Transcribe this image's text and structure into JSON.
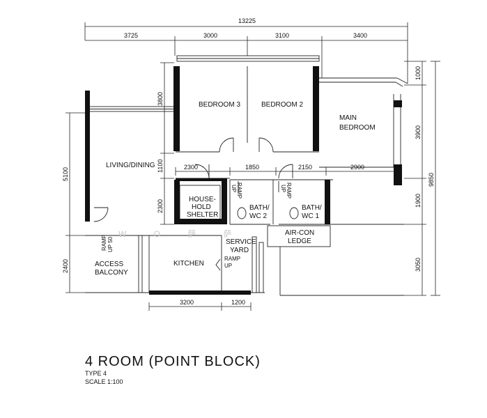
{
  "plan": {
    "overall_dimension": "13225",
    "top_dimensions": [
      "3725",
      "3000",
      "3100",
      "3400"
    ],
    "right_dimensions": [
      "1000",
      "3900",
      "1900",
      "3050"
    ],
    "right_overall": "9850",
    "left_dimensions": [
      "5100",
      "2400"
    ],
    "inner_left_dimensions": [
      "3800",
      "1100",
      "2300"
    ],
    "corridor_dimensions": [
      "2300",
      "1850",
      "2150",
      "2900"
    ],
    "bottom_dimensions": [
      "3200",
      "1200"
    ],
    "watermark": "W O   萨 萨",
    "rooms": {
      "bedroom3": "BEDROOM 3",
      "bedroom2": "BEDROOM 2",
      "main_bedroom": [
        "MAIN",
        "BEDROOM"
      ],
      "living_dining": "LIVING/DINING",
      "household_shelter": [
        "HOUSE-",
        "HOLD",
        "SHELTER"
      ],
      "bath2": [
        "BATH/",
        "WC 2"
      ],
      "bath1": [
        "BATH/",
        "WC 1"
      ],
      "aircon_ledge": [
        "AIR-CON",
        "LEDGE"
      ],
      "service_yard": [
        "SERVICE",
        "YARD"
      ],
      "kitchen": "KITCHEN",
      "access_balcony": [
        "ACCESS",
        "BALCONY"
      ]
    },
    "ramps": {
      "ramp_up_kitchen": [
        "RAMP",
        "UP"
      ],
      "ramp_up_bath2": [
        "RAMP",
        "UP"
      ],
      "ramp_up_bath1": [
        "RAMP",
        "UP"
      ],
      "ramp_up_50": [
        "RAMP",
        "UP 50"
      ]
    }
  },
  "title_block": {
    "title": "4 ROOM (POINT BLOCK)",
    "type": "TYPE 4",
    "scale": "SCALE   1:100"
  }
}
